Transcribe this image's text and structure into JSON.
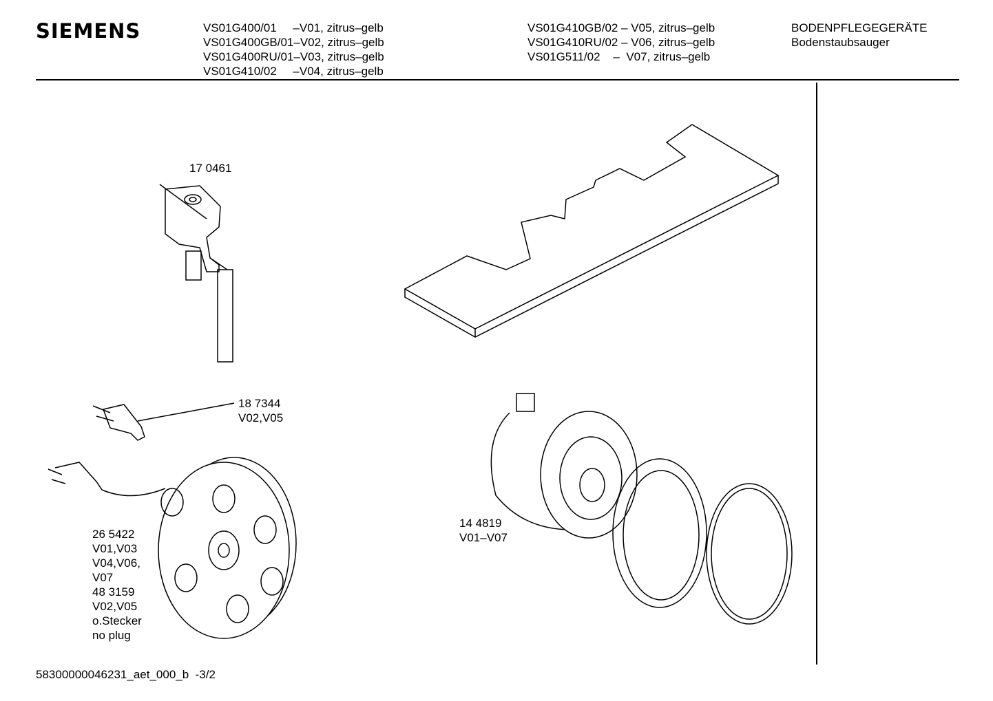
{
  "header": {
    "brand": "SIEMENS",
    "models_left": [
      "VS01G400/01     –V01, zitrus–gelb",
      "VS01G400GB/01–V02, zitrus–gelb",
      "VS01G400RU/01–V03, zitrus–gelb",
      "VS01G410/02     –V04, zitrus–gelb"
    ],
    "models_right": [
      "VS01G410GB/02 – V05, zitrus–gelb",
      "VS01G410RU/02 – V06, zitrus–gelb",
      "VS01G511/02    –  V07, zitrus–gelb"
    ],
    "category": "BODENPFLEGEGERÄTE",
    "subcategory": "Bodenstaubsauger"
  },
  "parts": {
    "switch": {
      "number": "17 0461"
    },
    "plug": {
      "number": "18 7344",
      "variants": "V02,V05"
    },
    "reel": {
      "lines": [
        "26 5422",
        "V01,V03",
        "V04,V06,",
        "V07",
        "48 3159",
        "V02,V05",
        "o.Stecker",
        "no plug"
      ]
    },
    "motor": {
      "number": "14 4819",
      "variants": "V01–V07"
    }
  },
  "footer": {
    "doc_id": "58300000046231_aet_000_b  -3/2"
  }
}
